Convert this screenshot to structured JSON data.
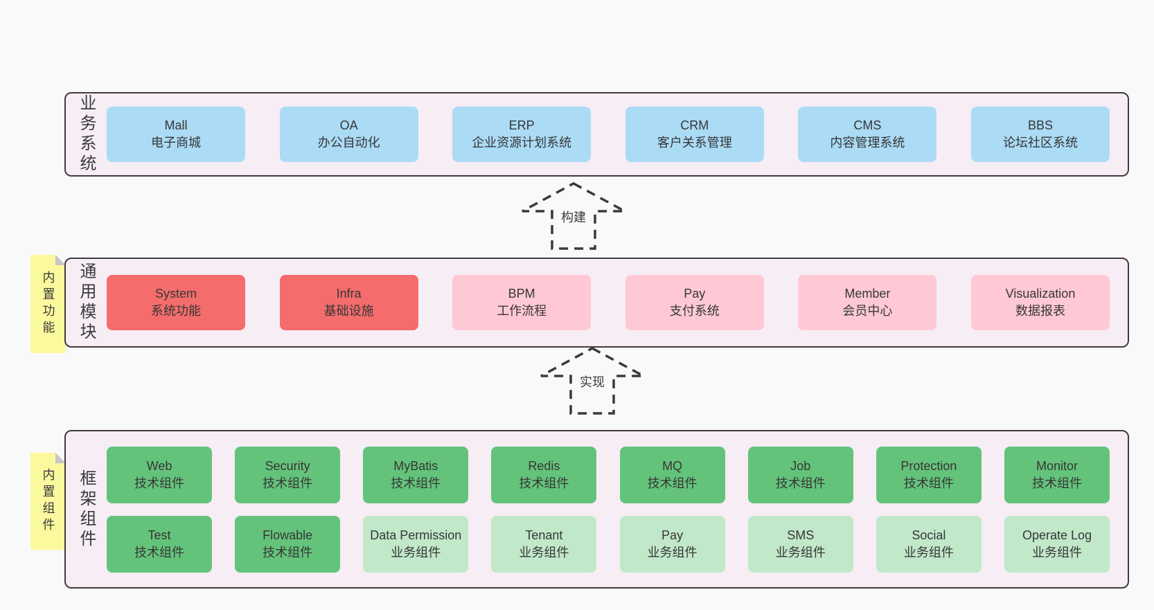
{
  "colors": {
    "page-bg": "#f9f9f9",
    "section-bg": "#f7edf5",
    "section-border": "#403a3e",
    "blue": "#abdbf5",
    "red": "#f56c6c",
    "pink": "#fec9d4",
    "green": "#64c37b",
    "lightgreen": "#c1e8c9",
    "yellow": "#fbf99d",
    "fold": "#c6c6c6",
    "arrow": "#3a3a3a",
    "text": "#363636"
  },
  "arrows": [
    {
      "label": "构建"
    },
    {
      "label": "实现"
    }
  ],
  "sections": [
    {
      "label": "业务系统",
      "sticky": null,
      "rows": [
        [
          {
            "name": "Mall",
            "desc": "电子商城",
            "variant": "blue"
          },
          {
            "name": "OA",
            "desc": "办公自动化",
            "variant": "blue"
          },
          {
            "name": "ERP",
            "desc": "企业资源计划系统",
            "variant": "blue"
          },
          {
            "name": "CRM",
            "desc": "客户关系管理",
            "variant": "blue"
          },
          {
            "name": "CMS",
            "desc": "内容管理系统",
            "variant": "blue"
          },
          {
            "name": "BBS",
            "desc": "论坛社区系统",
            "variant": "blue"
          }
        ]
      ]
    },
    {
      "label": "通用模块",
      "sticky": "内置功能",
      "rows": [
        [
          {
            "name": "System",
            "desc": "系统功能",
            "variant": "red"
          },
          {
            "name": "Infra",
            "desc": "基础设施",
            "variant": "red"
          },
          {
            "name": "BPM",
            "desc": "工作流程",
            "variant": "pink"
          },
          {
            "name": "Pay",
            "desc": "支付系统",
            "variant": "pink"
          },
          {
            "name": "Member",
            "desc": "会员中心",
            "variant": "pink"
          },
          {
            "name": "Visualization",
            "desc": "数据报表",
            "variant": "pink"
          }
        ]
      ]
    },
    {
      "label": "框架组件",
      "sticky": "内置组件",
      "rows": [
        [
          {
            "name": "Web",
            "desc": "技术组件",
            "variant": "green"
          },
          {
            "name": "Security",
            "desc": "技术组件",
            "variant": "green"
          },
          {
            "name": "MyBatis",
            "desc": "技术组件",
            "variant": "green"
          },
          {
            "name": "Redis",
            "desc": "技术组件",
            "variant": "green"
          },
          {
            "name": "MQ",
            "desc": "技术组件",
            "variant": "green"
          },
          {
            "name": "Job",
            "desc": "技术组件",
            "variant": "green"
          },
          {
            "name": "Protection",
            "desc": "技术组件",
            "variant": "green"
          },
          {
            "name": "Monitor",
            "desc": "技术组件",
            "variant": "green"
          }
        ],
        [
          {
            "name": "Test",
            "desc": "技术组件",
            "variant": "green"
          },
          {
            "name": "Flowable",
            "desc": "技术组件",
            "variant": "green"
          },
          {
            "name": "Data Permission",
            "desc": "业务组件",
            "variant": "lightgreen"
          },
          {
            "name": "Tenant",
            "desc": "业务组件",
            "variant": "lightgreen"
          },
          {
            "name": "Pay",
            "desc": "业务组件",
            "variant": "lightgreen"
          },
          {
            "name": "SMS",
            "desc": "业务组件",
            "variant": "lightgreen"
          },
          {
            "name": "Social",
            "desc": "业务组件",
            "variant": "lightgreen"
          },
          {
            "name": "Operate Log",
            "desc": "业务组件",
            "variant": "lightgreen"
          }
        ]
      ]
    }
  ]
}
